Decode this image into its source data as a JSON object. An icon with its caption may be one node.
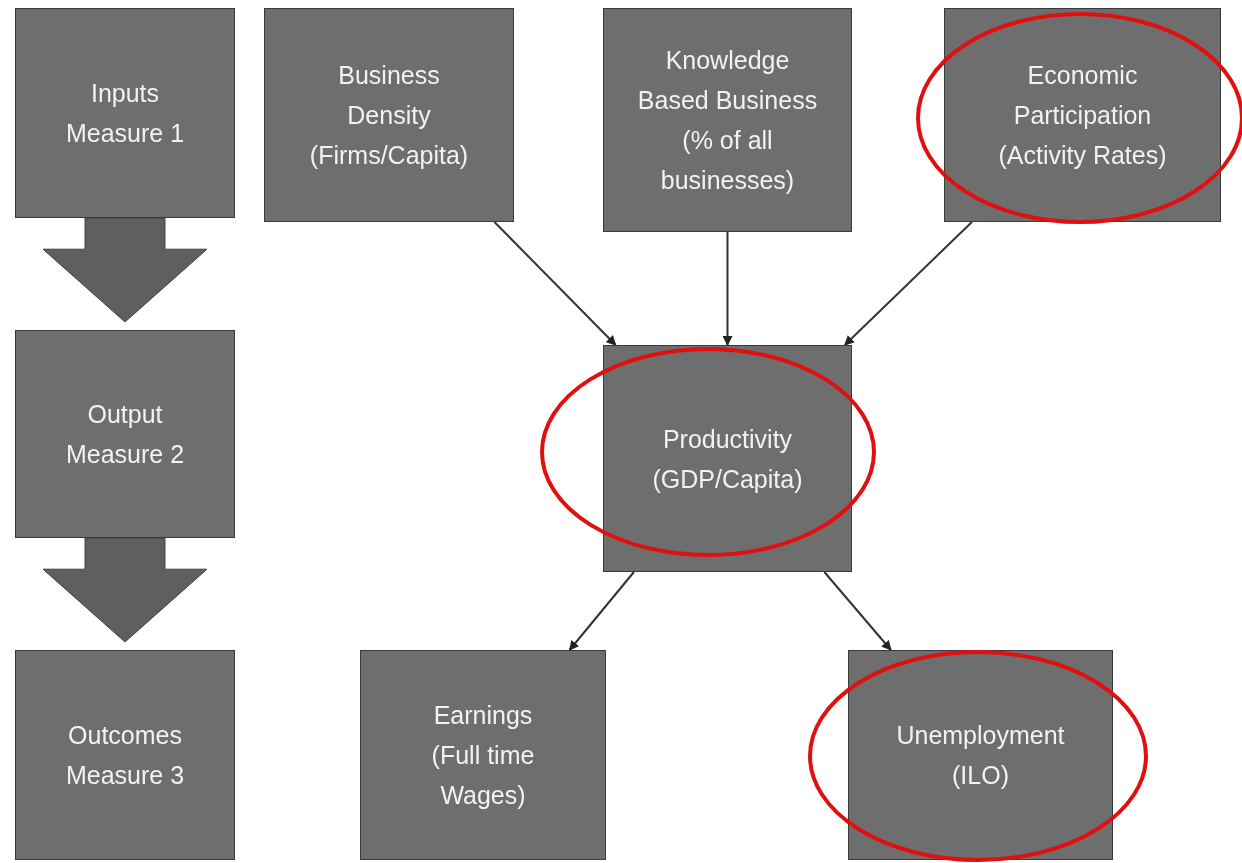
{
  "diagram": {
    "nodes": [
      {
        "text": [
          "Inputs",
          "Measure 1"
        ]
      },
      {
        "text": [
          "Output",
          "Measure 2"
        ]
      },
      {
        "text": [
          "Outcomes",
          "Measure 3"
        ]
      },
      {
        "text": [
          "Business Density",
          "(Firms/Capita)"
        ]
      },
      {
        "text": [
          "Knowledge Based Business",
          "(% of all businesses)"
        ]
      },
      {
        "text": [
          "Economic Participation",
          "(Activity Rates)"
        ]
      },
      {
        "text": [
          "Productivity",
          "(GDP/Capita)"
        ]
      },
      {
        "text": [
          "Earnings",
          "(Full time Wages)"
        ]
      },
      {
        "text": [
          "Unemployment",
          "(ILO)"
        ]
      }
    ],
    "edges": [
      {
        "from": 0,
        "to": 1,
        "arrow": "to",
        "style": "thick"
      },
      {
        "from": 1,
        "to": 2,
        "arrow": "to",
        "style": "thick"
      },
      {
        "from": 3,
        "to": 6,
        "arrow": "to"
      },
      {
        "from": 4,
        "to": 6,
        "arrow": "to"
      },
      {
        "from": 5,
        "to": 6,
        "arrow": "to"
      },
      {
        "from": 6,
        "to": 7,
        "arrow": "to"
      },
      {
        "from": 6,
        "to": 8,
        "arrow": "to"
      }
    ]
  }
}
